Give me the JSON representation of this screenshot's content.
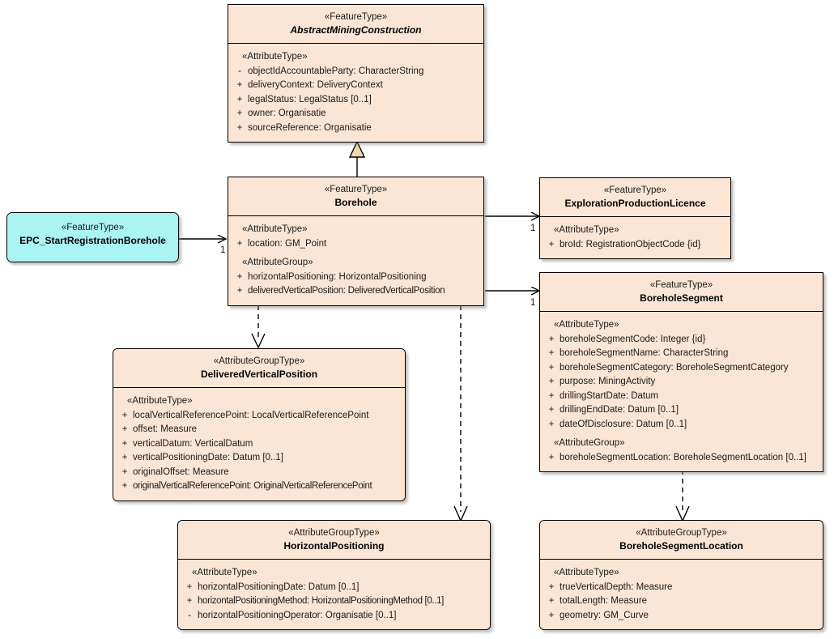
{
  "diagram": {
    "type": "uml-class-diagram",
    "title": "Borehole UML class diagram",
    "colors": {
      "class_fill": "#fbe5d4",
      "epc_fill": "#aaf4f4",
      "border": "#000000",
      "generalization_fill": "#f5d6ae"
    }
  },
  "classes": {
    "abstract_mining_construction": {
      "stereotype": "«FeatureType»",
      "name": "AbstractMiningConstruction",
      "groups": [
        {
          "label": "«AttributeType»",
          "attributes": [
            {
              "visibility": "-",
              "text": "objectIdAccountableParty: CharacterString"
            },
            {
              "visibility": "+",
              "text": "deliveryContext: DeliveryContext"
            },
            {
              "visibility": "+",
              "text": "legalStatus: LegalStatus [0..1]"
            },
            {
              "visibility": "+",
              "text": "owner: Organisatie"
            },
            {
              "visibility": "+",
              "text": "sourceReference: Organisatie"
            }
          ]
        }
      ]
    },
    "borehole": {
      "stereotype": "«FeatureType»",
      "name": "Borehole",
      "groups": [
        {
          "label": "«AttributeType»",
          "attributes": [
            {
              "visibility": "+",
              "text": "location: GM_Point"
            }
          ]
        },
        {
          "label": "«AttributeGroup»",
          "attributes": [
            {
              "visibility": "+",
              "text": "horizontalPositioning: HorizontalPositioning"
            },
            {
              "visibility": "+",
              "text": "deliveredVerticalPosition: DeliveredVerticalPosition"
            }
          ]
        }
      ]
    },
    "epc_start_registration_borehole": {
      "stereotype": "«FeatureType»",
      "name": "EPC_StartRegistrationBorehole",
      "groups": []
    },
    "exploration_production_licence": {
      "stereotype": "«FeatureType»",
      "name": "ExplorationProductionLicence",
      "groups": [
        {
          "label": "«AttributeType»",
          "attributes": [
            {
              "visibility": "+",
              "text": "broId: RegistrationObjectCode {id}"
            }
          ]
        }
      ]
    },
    "borehole_segment": {
      "stereotype": "«FeatureType»",
      "name": "BoreholeSegment",
      "groups": [
        {
          "label": "«AttributeType»",
          "attributes": [
            {
              "visibility": "+",
              "text": "boreholeSegmentCode: Integer {id}"
            },
            {
              "visibility": "+",
              "text": "boreholeSegmentName: CharacterString"
            },
            {
              "visibility": "+",
              "text": "boreholeSegmentCategory: BoreholeSegmentCategory"
            },
            {
              "visibility": "+",
              "text": "purpose: MiningActivity"
            },
            {
              "visibility": "+",
              "text": "drillingStartDate: Datum"
            },
            {
              "visibility": "+",
              "text": "drillingEndDate: Datum [0..1]"
            },
            {
              "visibility": "+",
              "text": "dateOfDisclosure: Datum [0..1]"
            }
          ]
        },
        {
          "label": "«AttributeGroup»",
          "attributes": [
            {
              "visibility": "+",
              "text": "boreholeSegmentLocation: BoreholeSegmentLocation [0..1]"
            }
          ]
        }
      ]
    },
    "delivered_vertical_position": {
      "stereotype": "«AttributeGroupType»",
      "name": "DeliveredVerticalPosition",
      "groups": [
        {
          "label": "«AttributeType»",
          "attributes": [
            {
              "visibility": "+",
              "text": "localVerticalReferencePoint: LocalVerticalReferencePoint"
            },
            {
              "visibility": "+",
              "text": "offset: Measure"
            },
            {
              "visibility": "+",
              "text": "verticalDatum: VerticalDatum"
            },
            {
              "visibility": "+",
              "text": "verticalPositioningDate: Datum [0..1]"
            },
            {
              "visibility": "+",
              "text": "originalOffset: Measure"
            },
            {
              "visibility": "+",
              "text": "originalVerticalReferencePoint: OriginalVerticalReferencePoint"
            }
          ]
        }
      ]
    },
    "horizontal_positioning": {
      "stereotype": "«AttributeGroupType»",
      "name": "HorizontalPositioning",
      "groups": [
        {
          "label": "«AttributeType»",
          "attributes": [
            {
              "visibility": "+",
              "text": "horizontalPositioningDate: Datum [0..1]"
            },
            {
              "visibility": "+",
              "text": "horizontalPositioningMethod: HorizontalPositioningMethod [0..1]"
            },
            {
              "visibility": "-",
              "text": "horizontalPositioningOperator: Organisatie [0..1]"
            }
          ]
        }
      ]
    },
    "borehole_segment_location": {
      "stereotype": "«AttributeGroupType»",
      "name": "BoreholeSegmentLocation",
      "groups": [
        {
          "label": "«AttributeType»",
          "attributes": [
            {
              "visibility": "+",
              "text": "trueVerticalDepth: Measure"
            },
            {
              "visibility": "+",
              "text": "totalLength: Measure"
            },
            {
              "visibility": "+",
              "text": "geometry: GM_Curve"
            }
          ]
        }
      ]
    }
  },
  "relationships": [
    {
      "kind": "generalization",
      "from": "Borehole",
      "to": "AbstractMiningConstruction",
      "multiplicity": ""
    },
    {
      "kind": "association",
      "from": "EPC_StartRegistrationBorehole",
      "to": "Borehole",
      "multiplicity": "1"
    },
    {
      "kind": "association",
      "from": "Borehole",
      "to": "ExplorationProductionLicence",
      "multiplicity": "1"
    },
    {
      "kind": "association",
      "from": "Borehole",
      "to": "BoreholeSegment",
      "multiplicity": "1"
    },
    {
      "kind": "dependency",
      "from": "Borehole",
      "to": "DeliveredVerticalPosition",
      "multiplicity": ""
    },
    {
      "kind": "dependency",
      "from": "Borehole",
      "to": "HorizontalPositioning",
      "multiplicity": ""
    },
    {
      "kind": "dependency",
      "from": "BoreholeSegment",
      "to": "BoreholeSegmentLocation",
      "multiplicity": ""
    }
  ],
  "multiplicity_labels": {
    "epc_to_borehole": "1",
    "borehole_to_licence": "1",
    "borehole_to_segment": "1"
  }
}
